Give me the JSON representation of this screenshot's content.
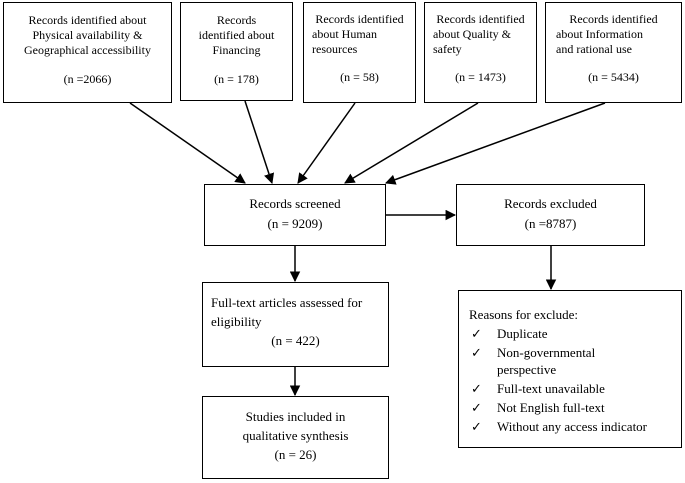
{
  "sources": [
    {
      "lines": [
        "Records identified about",
        "Physical availability &",
        "Geographical accessibility"
      ],
      "count": "(n =2066)"
    },
    {
      "lines": [
        "Records",
        "identified about",
        "Financing"
      ],
      "count": "(n = 178)"
    },
    {
      "lines": [
        "Records identified",
        "about Human",
        "resources"
      ],
      "count": "(n = 58)"
    },
    {
      "lines": [
        "Records identified",
        "about Quality &",
        "safety"
      ],
      "count": "(n = 1473)"
    },
    {
      "lines": [
        "Records identified",
        "about Information",
        "and rational use"
      ],
      "count": "(n = 5434)"
    }
  ],
  "screened": {
    "label": "Records screened",
    "count": "(n = 9209)"
  },
  "excluded": {
    "label": "Records excluded",
    "count": "(n =8787)"
  },
  "fulltext": {
    "lines": [
      "Full-text articles assessed for",
      "eligibility"
    ],
    "count": "(n = 422)"
  },
  "included": {
    "lines": [
      "Studies included in",
      "qualitative synthesis"
    ],
    "count": "(n = 26)"
  },
  "reasons": {
    "title": "Reasons for exclude:",
    "check_glyph": "✓",
    "items": [
      "Duplicate",
      "Non-governmental",
      "perspective",
      "Full-text unavailable",
      "Not English full-text",
      "Without any access indicator"
    ]
  }
}
